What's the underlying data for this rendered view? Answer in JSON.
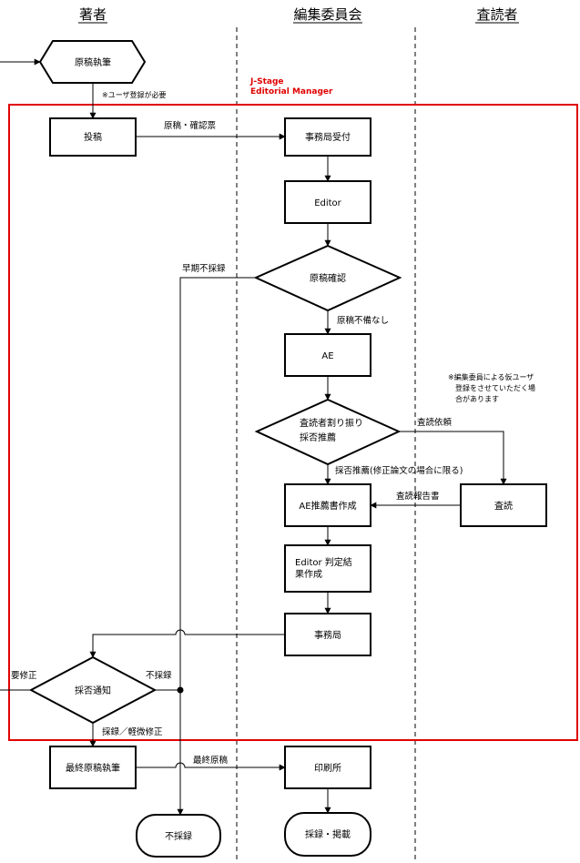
{
  "lanes": {
    "author": "著者",
    "editorial": "編集委員会",
    "reviewer": "査読者"
  },
  "system_label": {
    "line1": "J-Stage",
    "line2": "Editorial Manager"
  },
  "nodes": {
    "manuscript_writing": "原稿執筆",
    "submission": "投稿",
    "office_reception": "事務局受付",
    "editor": "Editor",
    "manuscript_check": "原稿確認",
    "ae": "AE",
    "reviewer_assign_1": "査読者割り振り",
    "reviewer_assign_2": "採否推薦",
    "review": "査読",
    "ae_recommendation": "AE推薦書作成",
    "editor_decision_1": "Editor 判定結",
    "editor_decision_2": "果作成",
    "office": "事務局",
    "decision_notice": "採否通知",
    "final_manuscript": "最終原稿執筆",
    "printer": "印刷所",
    "rejected": "不採録",
    "accepted": "採録・掲載"
  },
  "edge_labels": {
    "user_registration": "※ユーザ登録が必要",
    "manuscript_form": "原稿・確認票",
    "early_rejection": "早期不採録",
    "no_deficiency": "原稿不備なし",
    "review_request": "査読依頼",
    "recommendation": "採否推薦(修正論文の場合に限る)",
    "review_report": "査読報告書",
    "revision_required": "要修正",
    "not_accepted": "不採録",
    "accepted_minor": "採録／軽微修正",
    "final_manuscript": "最終原稿"
  },
  "notes": {
    "reviewer_registration_1": "※編集委員による仮ユーザ",
    "reviewer_registration_2": "登録をさせていただく場",
    "reviewer_registration_3": "合があります"
  },
  "colors": {
    "system_box": "#e00000",
    "stroke": "#000000"
  }
}
